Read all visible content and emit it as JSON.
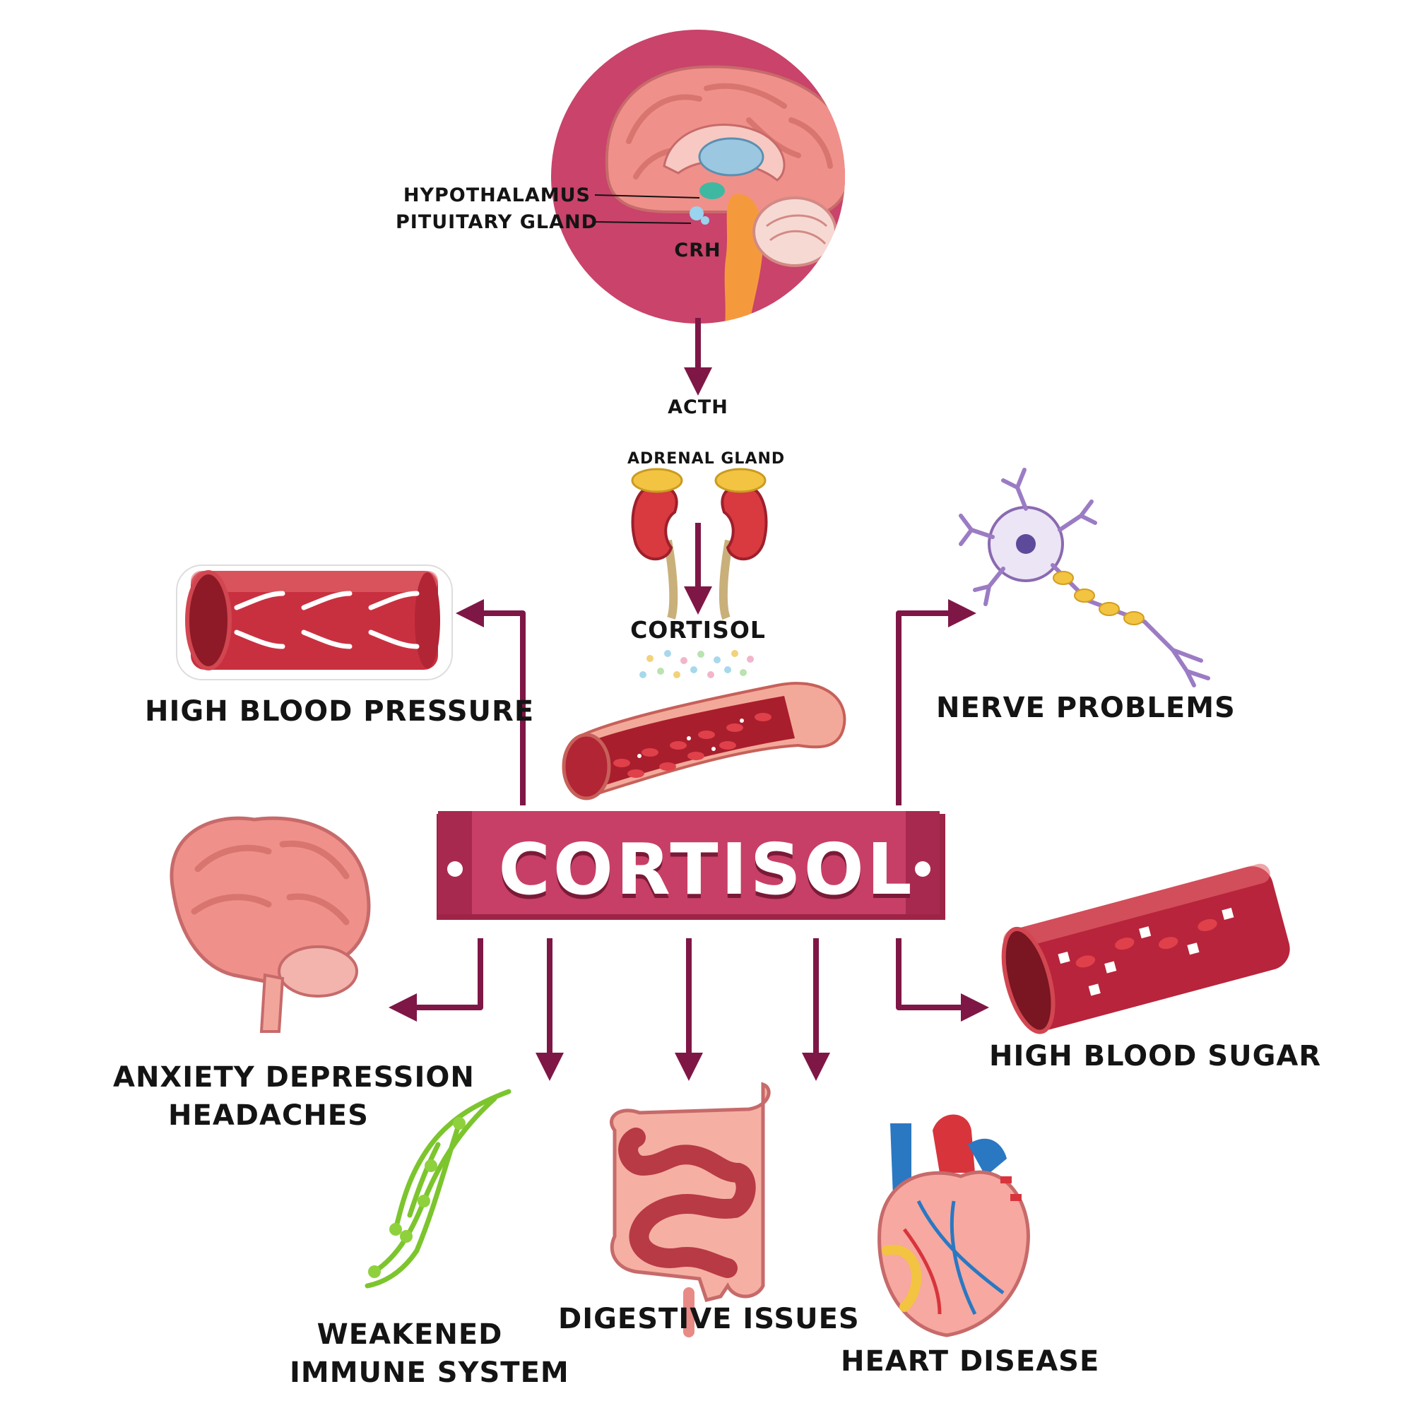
{
  "colors": {
    "accent": "#c73f66",
    "accent_dark": "#9e2447",
    "arrow": "#7f1746",
    "brain_bg": "#c9436b",
    "vessel": "#b8243b",
    "label": "#141414"
  },
  "center": {
    "title": "CORTISOL"
  },
  "brain_inset": {
    "hypothalamus_label": "HYPOTHALAMUS",
    "pituitary_label": "PITUITARY GLAND",
    "crh_label": "CRH"
  },
  "flow": {
    "acth_label": "ACTH",
    "adrenal_label": "ADRENAL GLAND",
    "cortisol_label": "CORTISOL"
  },
  "effects": {
    "high_blood_pressure": "HIGH BLOOD PRESSURE",
    "nerve_problems": "NERVE PROBLEMS",
    "anxiety_line1": "ANXIETY  DEPRESSION",
    "anxiety_line2": "HEADACHES",
    "high_blood_sugar": "HIGH BLOOD SUGAR",
    "immune_line1": "WEAKENED",
    "immune_line2": "IMMUNE SYSTEM",
    "digestive_issues": "DIGESTIVE ISSUES",
    "heart_disease": "HEART DISEASE"
  }
}
